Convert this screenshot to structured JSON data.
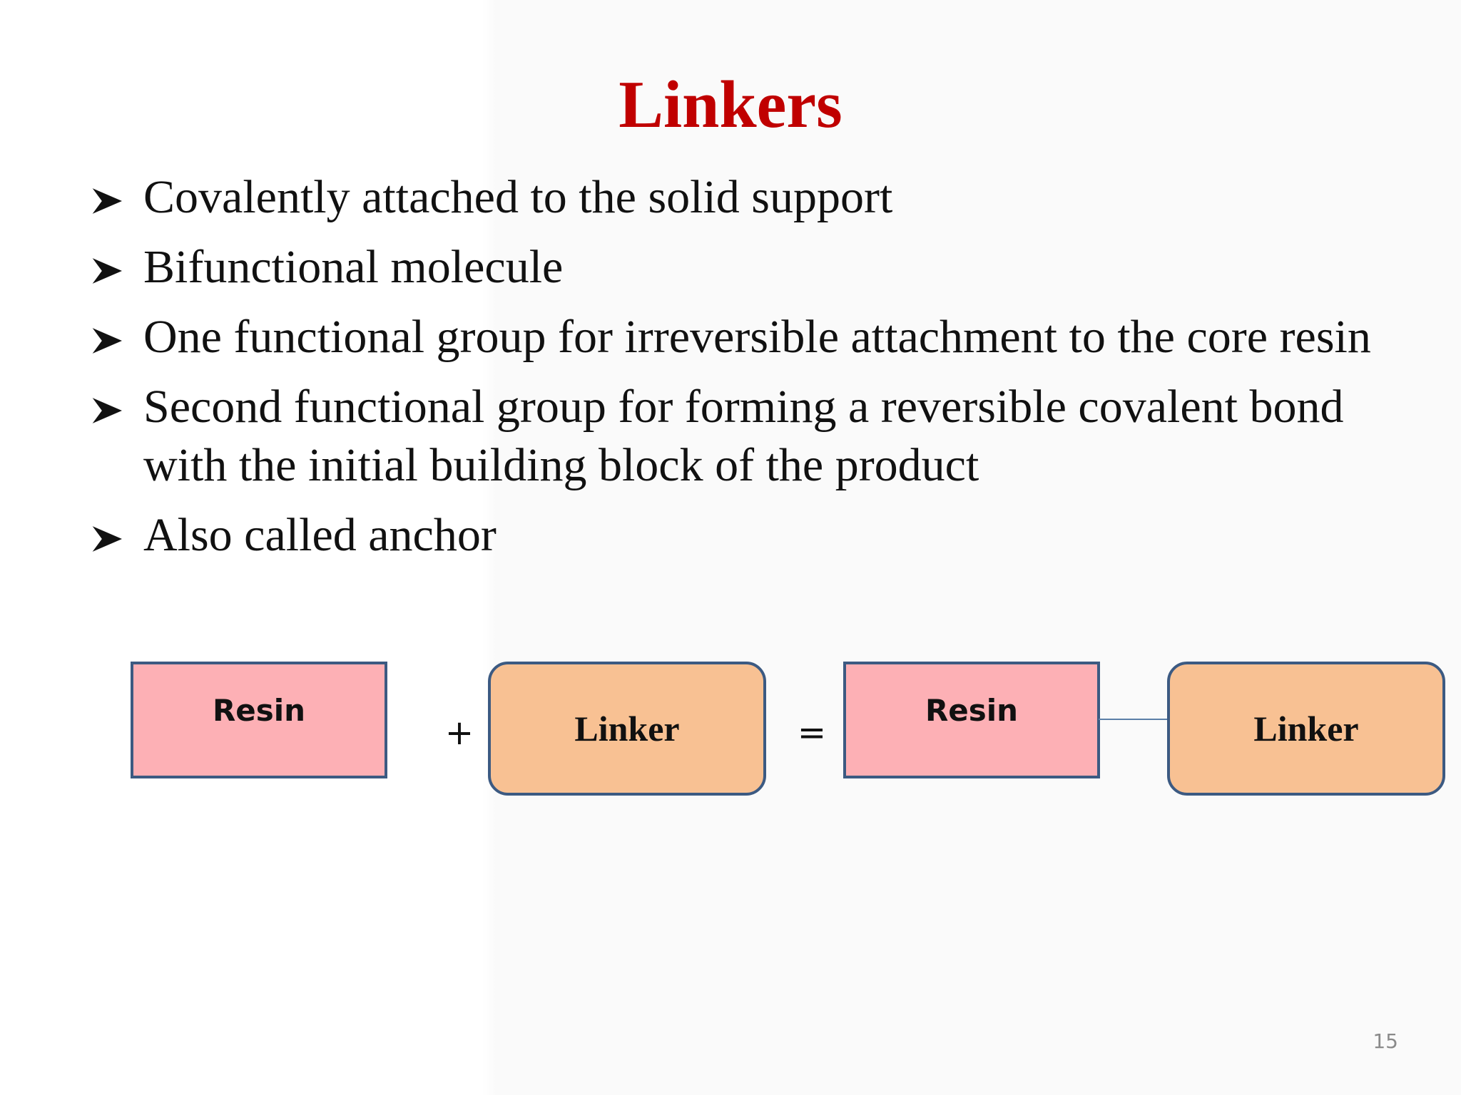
{
  "slide": {
    "title": "Linkers",
    "bullets": [
      {
        "text": "Covalently attached to the solid support"
      },
      {
        "text": "Bifunctional molecule"
      },
      {
        "text": "One functional group for irreversible attachment to the core resin"
      },
      {
        "text": "Second functional group for forming a reversible covalent bond with the initial building block of the product"
      },
      {
        "text": "Also called anchor"
      }
    ],
    "bullet_icon": "arrowhead-bullet-icon",
    "diagram": {
      "box1": "Resin",
      "plus": "+",
      "box2": "Linker",
      "equals": "=",
      "box3": "Resin",
      "box4": "Linker"
    },
    "page_number": "15"
  },
  "colors": {
    "title": "#c00000",
    "resin_fill": "#fdb0b5",
    "linker_fill": "#f8c193",
    "box_border": "#3c5a82",
    "connector": "#5b7fa8"
  }
}
